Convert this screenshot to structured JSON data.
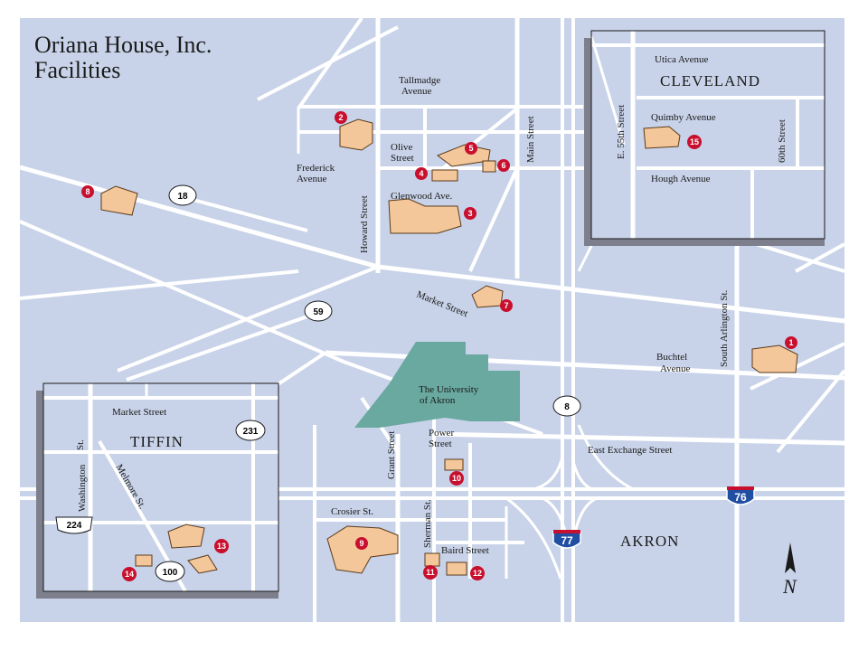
{
  "title": {
    "line1": "Oriana House, Inc.",
    "line2": "Facilities"
  },
  "city_labels": {
    "akron": "AKRON",
    "cleveland": "CLEVELAND",
    "tiffin": "TIFFIN"
  },
  "streets": {
    "tallmadge": [
      "Tallmadge",
      "Avenue"
    ],
    "olive": [
      "Olive",
      "Street"
    ],
    "glenwood": "Glenwood Ave.",
    "frederick": [
      "Frederick",
      "Avenue"
    ],
    "howard": "Howard Street",
    "main": "Main Street",
    "market": "Market Street",
    "buchtel": [
      "Buchtel",
      "Avenue"
    ],
    "south_arlington": "South Arlington St.",
    "university": [
      "The University",
      "of Akron"
    ],
    "power": [
      "Power",
      "Street"
    ],
    "east_exchange": "East Exchange Street",
    "grant": "Grant Street",
    "crosier": "Crosier St.",
    "sherman": "Sherman St.",
    "baird": "Baird Street",
    "utica": "Utica Avenue",
    "quimby": "Quimby Avenue",
    "hough": "Hough Avenue",
    "e55th": "E. 55th Street",
    "s60th": "60th Street",
    "tiffin_market": "Market Street",
    "washington": "Washington",
    "washington_st": "St.",
    "melmore": "Melmore St."
  },
  "routes": {
    "r18": "18",
    "r59": "59",
    "r8": "8",
    "r231": "231",
    "r100": "100",
    "r224": "224",
    "i76": "76",
    "i77": "77"
  },
  "facilities": [
    "1",
    "2",
    "3",
    "4",
    "5",
    "6",
    "7",
    "8",
    "9",
    "10",
    "11",
    "12",
    "13",
    "14",
    "15"
  ],
  "compass": {
    "label": "N"
  },
  "colors": {
    "map_bg": "#c8d3e9",
    "road": "#ffffff",
    "building": "#f4c79a",
    "marker": "#c8102e",
    "campus": "#6aa9a0",
    "shadow": "#7d7f8c"
  }
}
